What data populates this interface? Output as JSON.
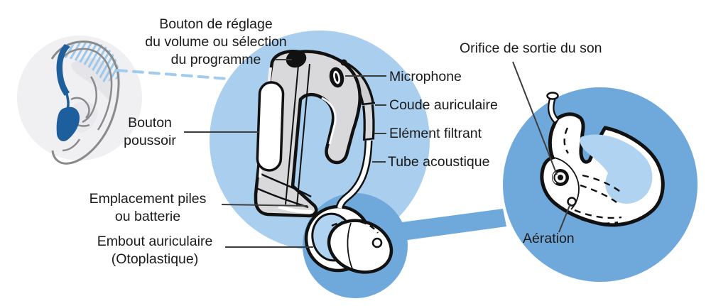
{
  "labels": {
    "volume_button": "Bouton de réglage\ndu volume ou sélection\ndu programme",
    "microphone": "Microphone",
    "ear_hook": "Coude auriculaire",
    "filter_element": "Elément filtrant",
    "acoustic_tube": "Tube acoustique",
    "push_button": "Bouton\npoussoir",
    "battery_compartment": "Emplacement piles\nou batterie",
    "earmold": "Embout auriculaire\n(Otoplastique)",
    "sound_outlet": "Orifice de sortie du son",
    "vent": "Aération"
  },
  "colors": {
    "circle_light_blue": "#A9CEEE",
    "circle_medium_blue": "#6FA9DC",
    "ear_circle_gray": "#F0F0F2",
    "device_gray": "#D9D9DB",
    "tube_gray": "#CFCFD2",
    "outline_black": "#111111",
    "ear_outline_gray": "#8A8A8A",
    "ear_device_blue": "#1C5F9C",
    "mold_interior_blue": "#AFD3F0",
    "hatch_blue": "#9CC8EB",
    "link_dashed_blue": "#A2CCEE",
    "leader_line": "#3d3d3d",
    "text": "#1A1A1A"
  }
}
